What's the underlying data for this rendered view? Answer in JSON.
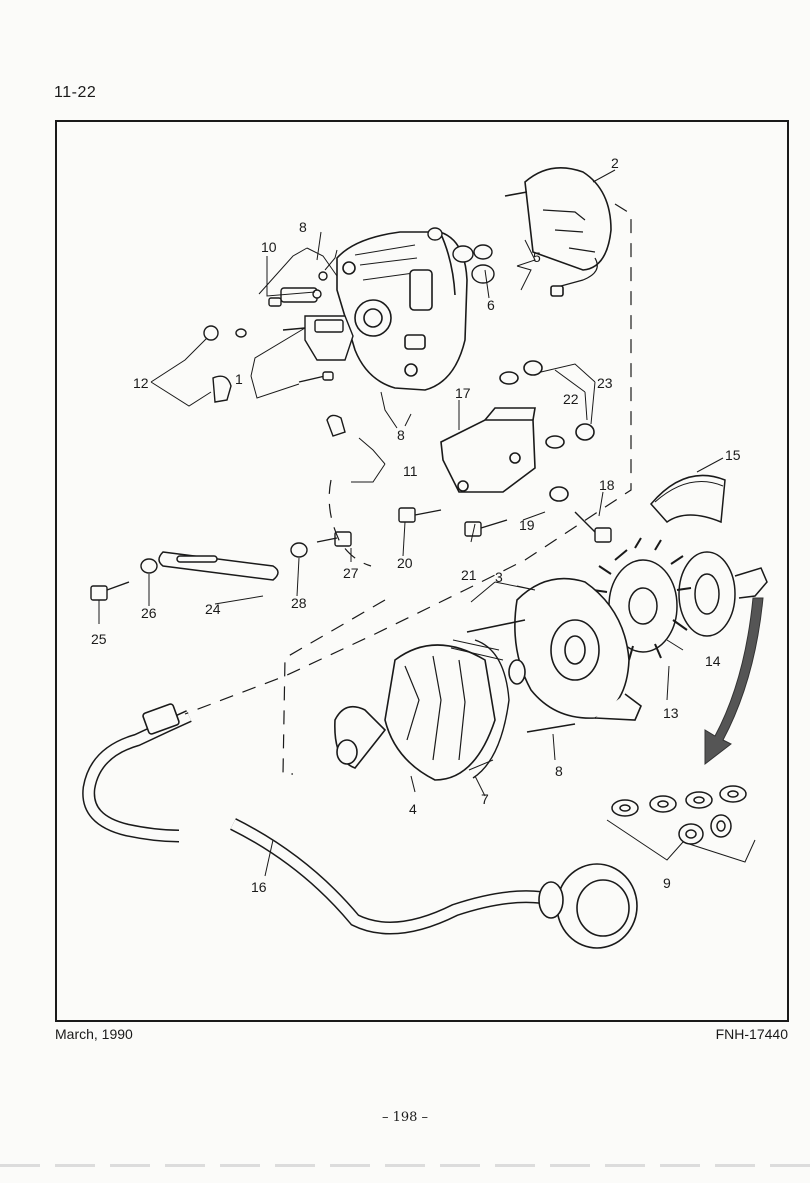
{
  "header": {
    "section": "11-22"
  },
  "footer": {
    "date": "March, 1990",
    "reference": "FNH-17440",
    "page": "– 198 –"
  },
  "callouts": {
    "c1": "1",
    "c2": "2",
    "c3": "3",
    "c4": "4",
    "c5": "5",
    "c6": "6",
    "c7": "7",
    "c8a": "8",
    "c8b": "8",
    "c8c": "8",
    "c9": "9",
    "c10": "10",
    "c11": "11",
    "c12": "12",
    "c13": "13",
    "c14": "14",
    "c15": "15",
    "c16": "16",
    "c17": "17",
    "c18": "18",
    "c19": "19",
    "c20": "20",
    "c21": "21",
    "c22": "22",
    "c23": "23",
    "c24": "24",
    "c25": "25",
    "c26": "26",
    "c27": "27",
    "c28": "28"
  },
  "colors": {
    "ink": "#1a1a1a",
    "arrow": "#555555",
    "paper": "#fbfbf9"
  }
}
